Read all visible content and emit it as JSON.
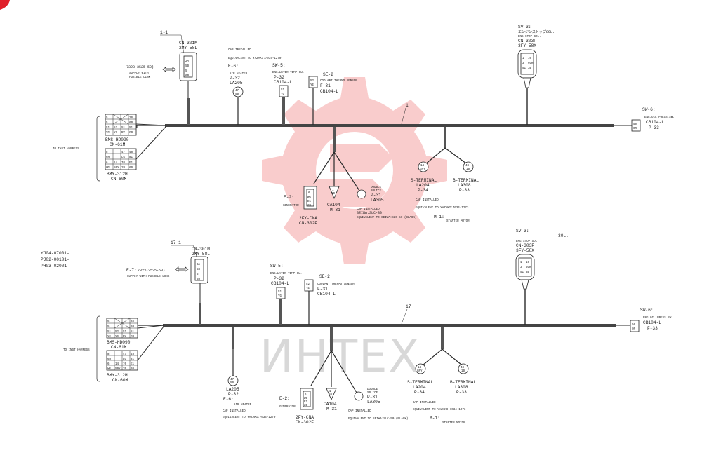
{
  "brand": {
    "watermark_text": "ИНТЕХ",
    "watermark_color": "#f5a3a3",
    "corner_color": "#e0202a"
  },
  "model_codes": [
    "YJ04-07001-",
    "PJ02-00101-",
    "PH03-02001-"
  ],
  "top": {
    "harness_label": "1",
    "tag_1_1": "1-1",
    "cn301m": [
      "CN-301M",
      "2MY-58L"
    ],
    "supply": [
      "7323-3525-50)",
      "SUPPLY WITH",
      "FUSIBLE LINK"
    ],
    "cap_installed": "CAP INSTALLED",
    "equiv_yazaki": "EQUIVALENT TO YAZAKI:7034-1270",
    "e6": [
      "E-6:",
      "AIR HEATER",
      "P-32",
      "LA205"
    ],
    "sw5": [
      "SW-5:",
      "ENG.WATER TEMP.SW.",
      "P-32",
      "CB104-L"
    ],
    "se2": [
      "SE-2",
      "COOLANT THERMO SENSOR",
      "F-31",
      "CB104-L"
    ],
    "sv3": [
      "SV-3:",
      "エンジンストップSOL.",
      "ENG.STOP SOL.",
      "CN-303F",
      "3FY-58X"
    ],
    "sw6": [
      "SW-6:",
      "ENG.OIL PRESS.SW.",
      "CB104-L",
      "P-33"
    ],
    "to_inst": "TO INST HARNESS",
    "bms": [
      "BMS-HD090",
      "CN-61M"
    ],
    "bmy": [
      "BMY-312H",
      "CN-60M"
    ],
    "e2": [
      "E-2:",
      "GENERATOR"
    ],
    "cn302f": [
      "2FY-CNA",
      "CN-302F"
    ],
    "ca104": [
      "CA104",
      "M-31"
    ],
    "splice": [
      "DOUBLE",
      "SPLICE",
      "P-31",
      "LA305"
    ],
    "cap2": [
      "CAP INSTALLED",
      "SEIWA:SLC-30",
      "EQUIVALENT TO SEIWA:SLC-50 (BLACK)"
    ],
    "s_term": [
      "S-TERMINAL",
      "LA204",
      "P-34"
    ],
    "b_term": [
      "B-TERMINAL",
      "LA308",
      "P-33"
    ],
    "cap3": [
      "CAP INSTALLED",
      "EQUIVALENT TO YAZAKI:7034-1273"
    ],
    "m1": [
      "M-1:",
      "STARTER MOTOR"
    ]
  },
  "bottom": {
    "harness_label": "17",
    "tag_17_1": "17-1",
    "cn301m": [
      "CN-301M",
      "2MY-58L"
    ],
    "supply": [
      "E-7:",
      "7323-3525-50)",
      "SUPPLY WITH FUSIBLE LINK"
    ],
    "sw5": [
      "SW-5:",
      "ENG.WATER TEMP.SW.",
      "P-32",
      "CB104-L"
    ],
    "se2": [
      "SE-2",
      "COOLANT THERMO SENSOR",
      "F-31",
      "CB104-L"
    ],
    "sv3": [
      "SV-3:",
      "30L.",
      "ENG.STOP SOL.",
      "CN-303F",
      "3FY-58X"
    ],
    "sw6": [
      "SW-6:",
      "ENG.OIL PRESS.SW.",
      "CB104-L",
      "F-33"
    ],
    "to_inst": "TO INST HARNESS",
    "bms": [
      "BMS-HD090",
      "CN-61M"
    ],
    "bmy": [
      "BMY-312H",
      "CN-60M"
    ],
    "e6": [
      "LA205",
      "P-32",
      "E-6:",
      "AIR HEATER",
      "CAP INSTALLED",
      "EQUIVALENT TO YAZAKI:7034-1270"
    ],
    "e2": [
      "E-2:",
      "GENERATOR"
    ],
    "cn302f": [
      "2FY-CNA",
      "CN-302F"
    ],
    "ca104": [
      "CA104",
      "M-31"
    ],
    "splice": [
      "DOUBLE",
      "SPLICE",
      "P-31",
      "LA305"
    ],
    "cap2": [
      "CAP INSTALLED",
      "EQUIVALENT TO SEIWA:SLC-50 (BLACK)"
    ],
    "s_term": [
      "S-TERMINAL",
      "LA204",
      "P-34"
    ],
    "b_term": [
      "B-TERMINAL",
      "LA308",
      "P-33"
    ],
    "cap3": [
      "CAP INSTALLED",
      "EQUIVALENT TO YAZAKI:7034-1273"
    ],
    "m1": [
      "M-1:",
      "STARTER MOTOR"
    ]
  },
  "pins": {
    "cn301m": [
      "2A",
      "5B",
      "5",
      "6R"
    ],
    "bms": [
      [
        "5",
        "4",
        "",
        "20"
      ],
      [
        "5",
        "",
        "",
        "6R"
      ],
      [
        "51",
        "52",
        "51",
        "51"
      ],
      [
        "YG",
        "YS",
        "RY",
        "GR"
      ]
    ],
    "bmy": [
      [
        "8",
        "47",
        "48"
      ],
      [
        "6R",
        "LG",
        "81"
      ],
      [
        "6",
        "14",
        "70",
        "E1"
      ],
      [
        "WG",
        "5RY",
        "2B",
        "6B"
      ]
    ],
    "sw5": [
      "51",
      "YG"
    ],
    "se2": [
      "52",
      "YE"
    ],
    "e6": [
      "47",
      "5B"
    ],
    "sv3": [
      "1",
      "10",
      "3",
      "6GR",
      "51",
      "3B"
    ],
    "sw6": [
      "50",
      "0R"
    ],
    "e2": [
      "6",
      "WG",
      "E1",
      "2B"
    ],
    "ca104": [
      "1",
      "5B"
    ],
    "s": [
      "14",
      "GRY"
    ],
    "b": [
      "48",
      "1B"
    ]
  }
}
